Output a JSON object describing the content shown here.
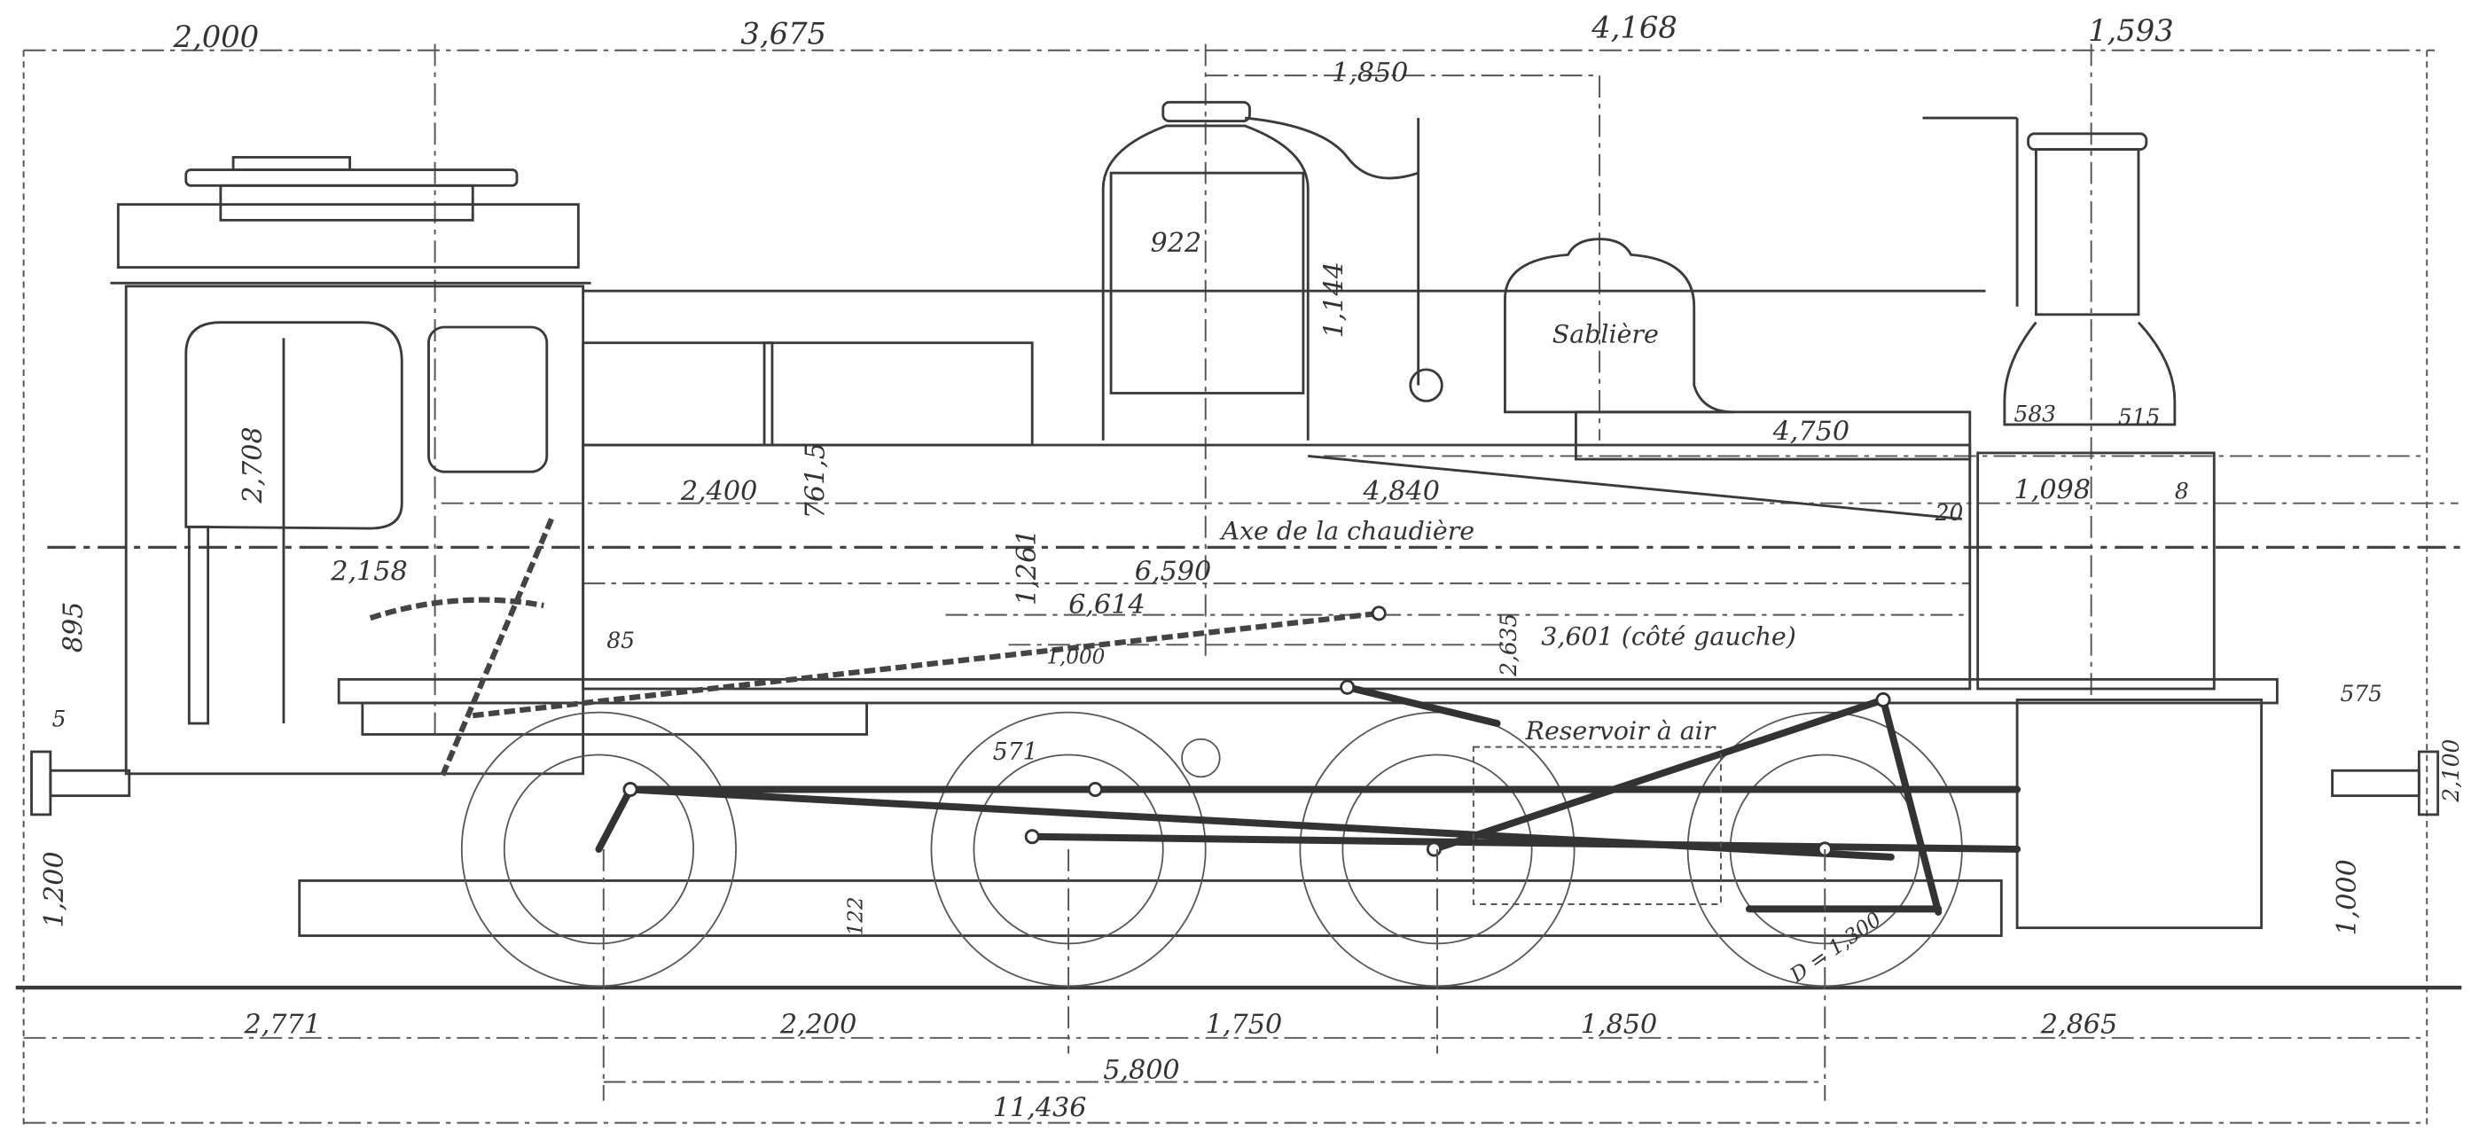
{
  "drawing": {
    "top_dimensions": [
      "2,000",
      "3,675",
      "4,168",
      "1,593"
    ],
    "dome_offset": "1,850",
    "dome_width": "922",
    "dome_height": "1,144",
    "sandbox_label": "Sablière",
    "cab_height": "2,708",
    "tank_height": "761,5",
    "cab_to_ref": "2,400",
    "boiler_length": "4,750",
    "chimney_left": "583",
    "chimney_right": "515",
    "firebox_length": "4,840",
    "smokebox": "1,098",
    "gap_8": "8",
    "gap_20": "20",
    "boiler_axis_label": "Axe de la chaudière",
    "cab_depth": "2,158",
    "dim_6590": "6,590",
    "dim_1261": "1,261",
    "dim_6614": "6,614",
    "dim_1000_mid": "1,000",
    "axis_height": "895",
    "small_5": "5",
    "dim_85": "85",
    "side_tank": "3,601 (côté gauche)",
    "dim_2635": "2,635",
    "air_reservoir": "Reservoir à air",
    "buffer_575": "575",
    "height_2100": "2,100",
    "dim_571": "571",
    "buffer_height_left": "1,200",
    "buffer_height_right": "1,000",
    "dim_122": "122",
    "wheel_diameter": "D = 1,300",
    "bottom_dimensions": [
      "2,771",
      "2,200",
      "1,750",
      "1,850",
      "2,865"
    ],
    "wheelbase": "5,800",
    "total_length": "11,436"
  }
}
